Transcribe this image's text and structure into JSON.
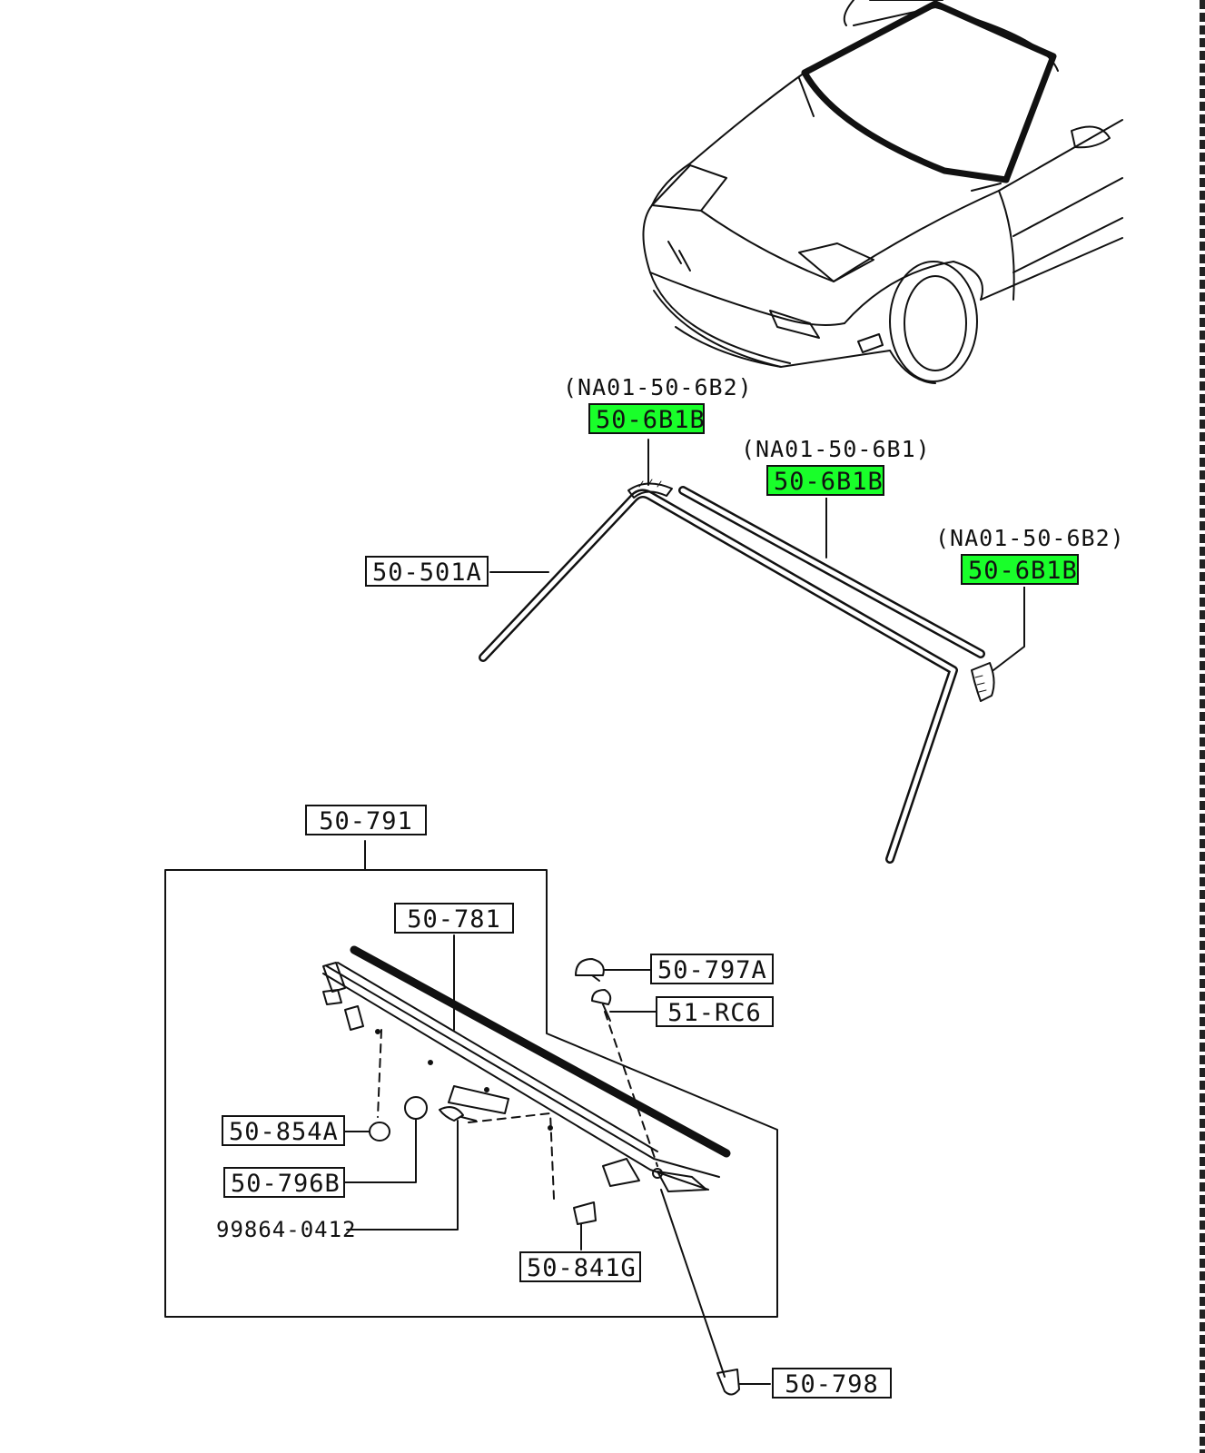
{
  "labels": {
    "ref_left": "(NA01-50-6B2)",
    "part_left": "50-6B1B",
    "ref_mid": "(NA01-50-6B1)",
    "part_mid": "50-6B1B",
    "ref_right": "(NA01-50-6B2)",
    "part_right": "50-6B1B",
    "molding": "50-501A",
    "cowl_assy": "50-791",
    "cowl_seal": "50-781",
    "cap": "50-797A",
    "clip_rc6": "51-RC6",
    "plug": "50-854A",
    "grommet": "50-796B",
    "screw": "99864-0412",
    "fastener": "50-841G",
    "clip_bottom": "50-798"
  },
  "colors": {
    "line": "#111111",
    "highlight": "#19ff2a",
    "background": "#ffffff"
  }
}
